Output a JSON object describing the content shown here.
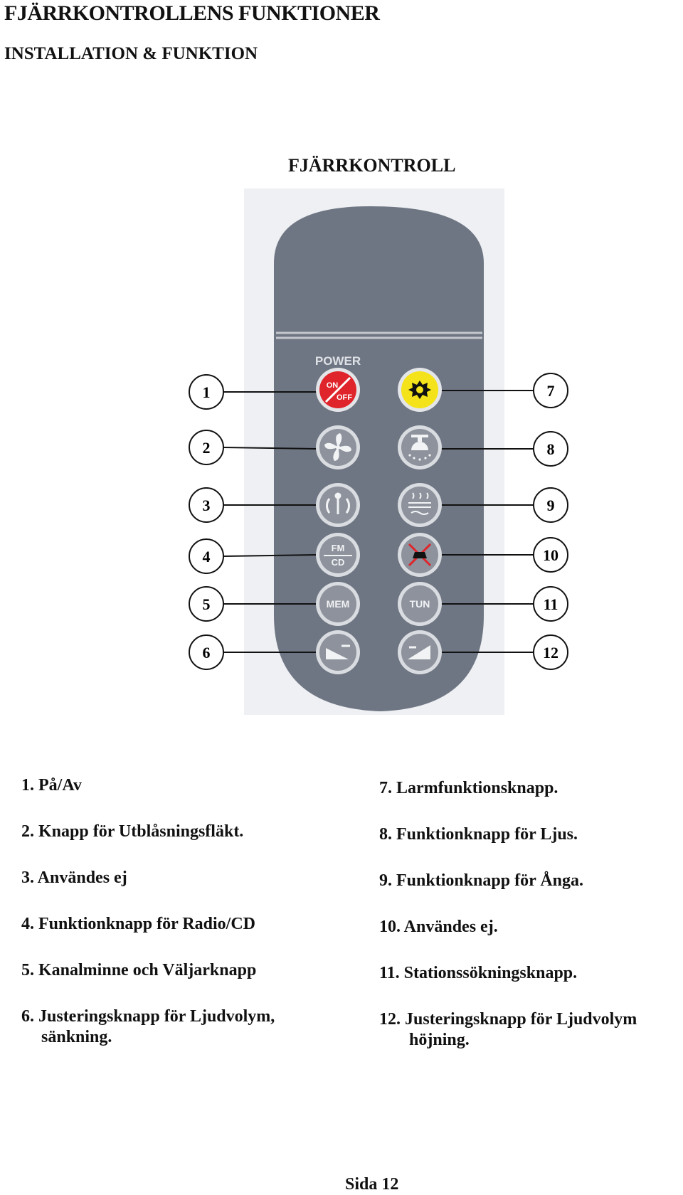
{
  "header": {
    "title": "FJÄRRKONTROLLENS FUNKTIONER",
    "subtitle": "INSTALLATION & FUNKTION"
  },
  "figure": {
    "title": "FJÄRRKONTROLL",
    "power_label": "POWER",
    "buttons": {
      "on_off_top": "ON",
      "on_off_bottom": "OFF",
      "fm": "FM",
      "cd": "CD",
      "mem": "MEM",
      "tun": "TUN"
    },
    "callouts_left": [
      "1",
      "2",
      "3",
      "4",
      "5",
      "6"
    ],
    "callouts_right": [
      "7",
      "8",
      "9",
      "10",
      "11",
      "12"
    ]
  },
  "legend": {
    "left": [
      {
        "text": "1. På/Av"
      },
      {
        "text": "2. Knapp för Utblåsningsfläkt."
      },
      {
        "text": "3. Användes ej"
      },
      {
        "text": "4. Funktionknapp för Radio/CD"
      },
      {
        "text": "5. Kanalminne och Väljarknapp"
      },
      {
        "text": "6. Justeringsknapp för Ljudvolym,",
        "cont": "sänkning."
      }
    ],
    "right": [
      {
        "text": "7. Larmfunktionsknapp."
      },
      {
        "text": "8. Funktionknapp för Ljus."
      },
      {
        "text": "9. Funktionknapp för Ånga."
      },
      {
        "text": "10. Användes ej."
      },
      {
        "text": "11. Stationssökningsknapp."
      },
      {
        "text": "12. Justeringsknapp för Ljudvolym",
        "cont": "höjning."
      }
    ]
  },
  "footer": {
    "page": "Sida 12"
  },
  "colors": {
    "remote_body": "#6f7683",
    "button_face": "#8d929c",
    "power_red": "#e0242b",
    "alarm_yellow": "#f4e31a"
  }
}
